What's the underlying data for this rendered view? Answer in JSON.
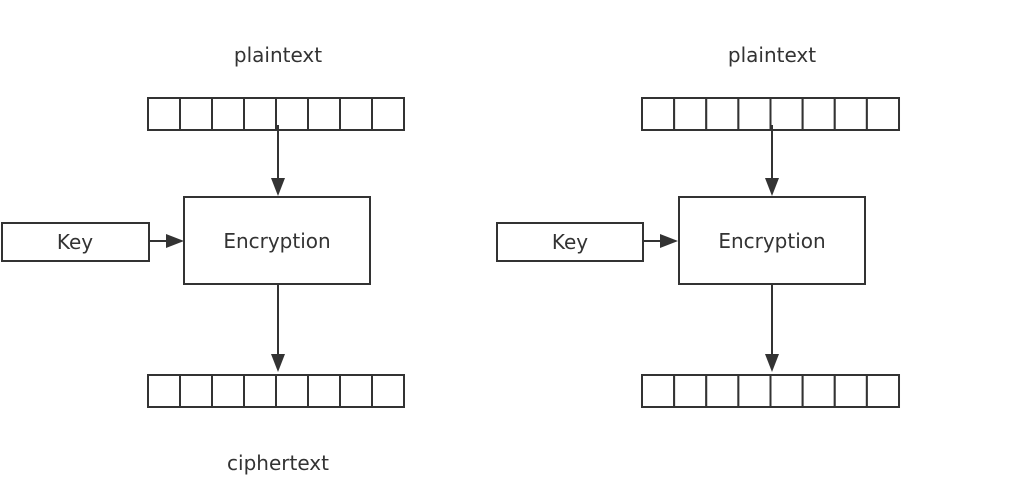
{
  "diagrams": [
    {
      "input_label": "plaintext",
      "key_label": "Key",
      "process_label": "Encryption",
      "output_label": "ciphertext",
      "input_cells": 8,
      "output_cells": 8
    },
    {
      "input_label": "plaintext",
      "key_label": "Key",
      "process_label": "Encryption",
      "output_label": "",
      "input_cells": 8,
      "output_cells": 8
    }
  ],
  "colors": {
    "stroke": "#333333",
    "fill": "#ffffff",
    "text": "#333333"
  }
}
